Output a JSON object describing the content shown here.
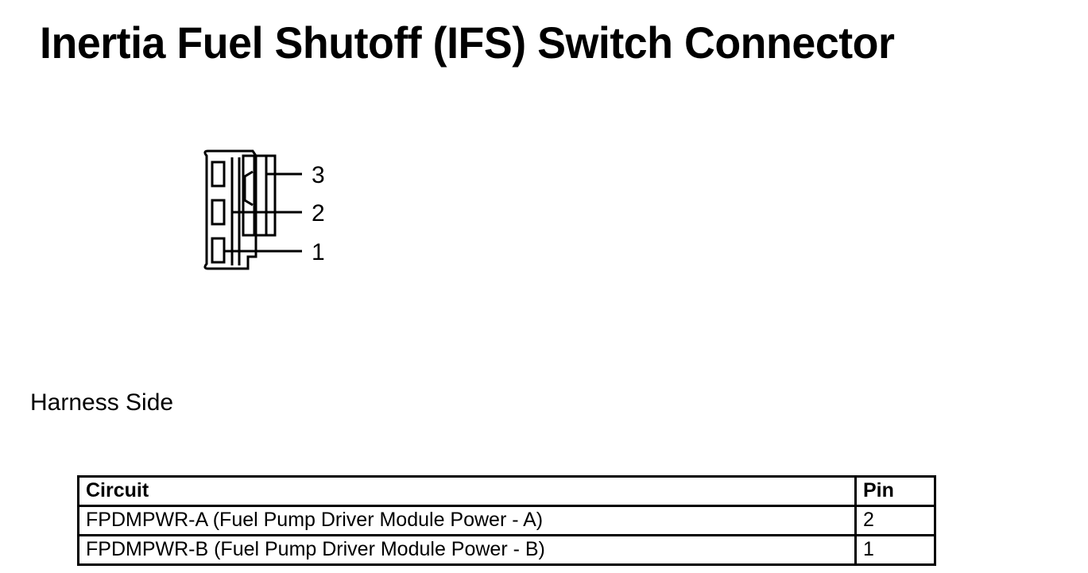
{
  "page": {
    "title": "Inertia Fuel Shutoff (IFS) Switch Connector",
    "view_caption": "Harness Side",
    "background_color": "#ffffff",
    "line_color": "#000000"
  },
  "connector": {
    "name": "inertia-fuel-shutoff-switch-connector",
    "view": "Harness Side",
    "cavity_count": 3,
    "pin_labels": [
      "3",
      "2",
      "1"
    ],
    "pin_label_order_top_to_bottom": [
      "3",
      "2",
      "1"
    ]
  },
  "table": {
    "columns": [
      "Circuit",
      "Pin"
    ],
    "rows": [
      {
        "circuit": "FPDMPWR-A (Fuel Pump Driver Module Power - A)",
        "pin": "2"
      },
      {
        "circuit": "FPDMPWR-B (Fuel Pump Driver Module Power - B)",
        "pin": "1"
      }
    ]
  }
}
